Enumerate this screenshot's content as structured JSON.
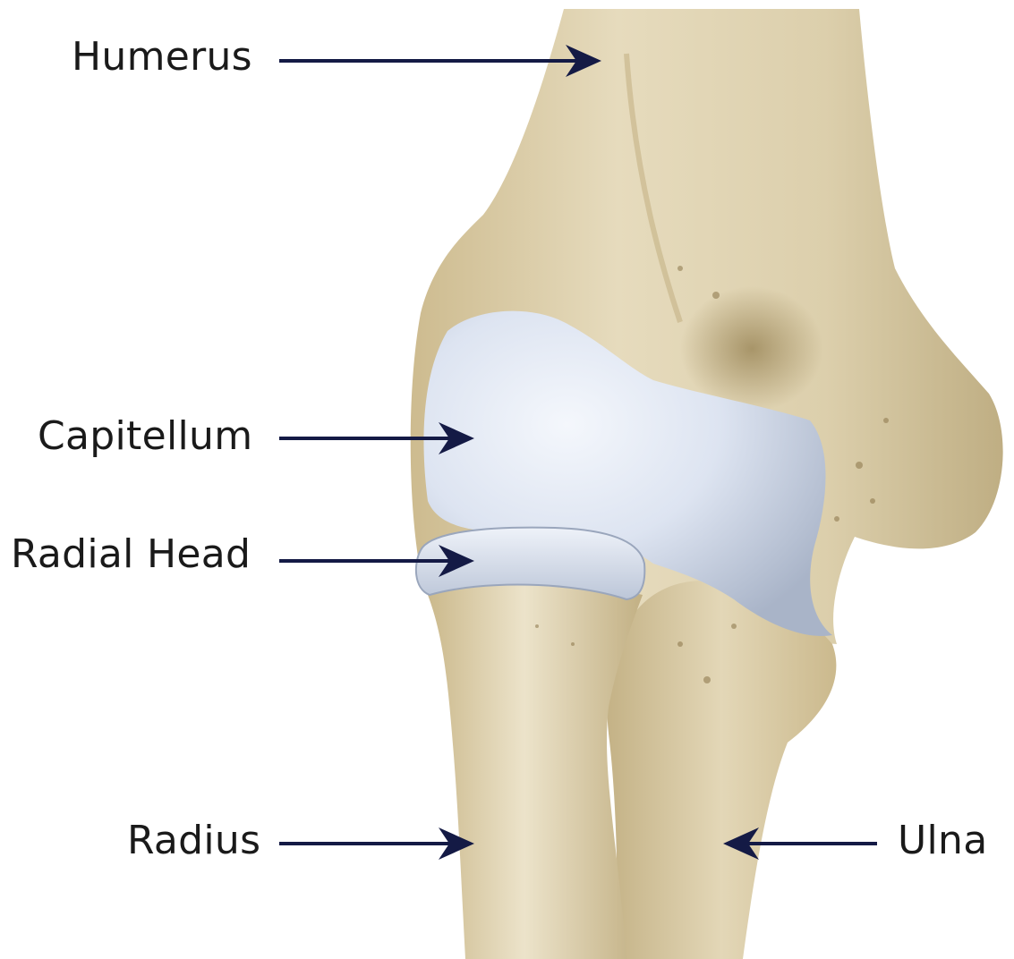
{
  "labels": {
    "humerus": "Humerus",
    "capitellum": "Capitellum",
    "radial_head": "Radial Head",
    "radius": "Radius",
    "ulna": "Ulna"
  },
  "colors": {
    "label_text": "#1a1a1a",
    "arrow": "#141a45",
    "bone": "#dfd2b0",
    "bone_shadow": "#b9a77c",
    "cartilage": "#dbe3f0",
    "background": "#ffffff"
  }
}
